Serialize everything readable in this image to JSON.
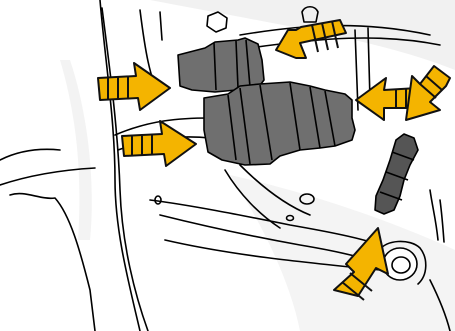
{
  "figure": {
    "kind": "technical-line-illustration",
    "subject": "engine-bay-component-locations",
    "colors": {
      "background": "#ffffff",
      "background_swoosh": "#f1f1f1",
      "outline": "#000000",
      "component_fill": "#6f6f6f",
      "component_shadow": "#5a5a5a",
      "hose_fill": "#555555",
      "arrow_fill": "#f4b400",
      "arrow_outline": "#111111"
    },
    "components": [
      {
        "name": "upper-component",
        "color": "#6f6f6f"
      },
      {
        "name": "main-component",
        "color": "#6f6f6f"
      },
      {
        "name": "right-hose",
        "color": "#555555"
      }
    ],
    "callout_arrows": [
      {
        "name": "arrow-top-right",
        "points_toward": "upper-component"
      },
      {
        "name": "arrow-left-upper",
        "points_toward": "upper-component"
      },
      {
        "name": "arrow-left-lower",
        "points_toward": "main-component"
      },
      {
        "name": "arrow-right-middle",
        "points_toward": "main-component"
      },
      {
        "name": "arrow-right-far",
        "points_toward": "right-hose"
      },
      {
        "name": "arrow-bottom-right",
        "points_toward": "right-hose"
      }
    ]
  }
}
